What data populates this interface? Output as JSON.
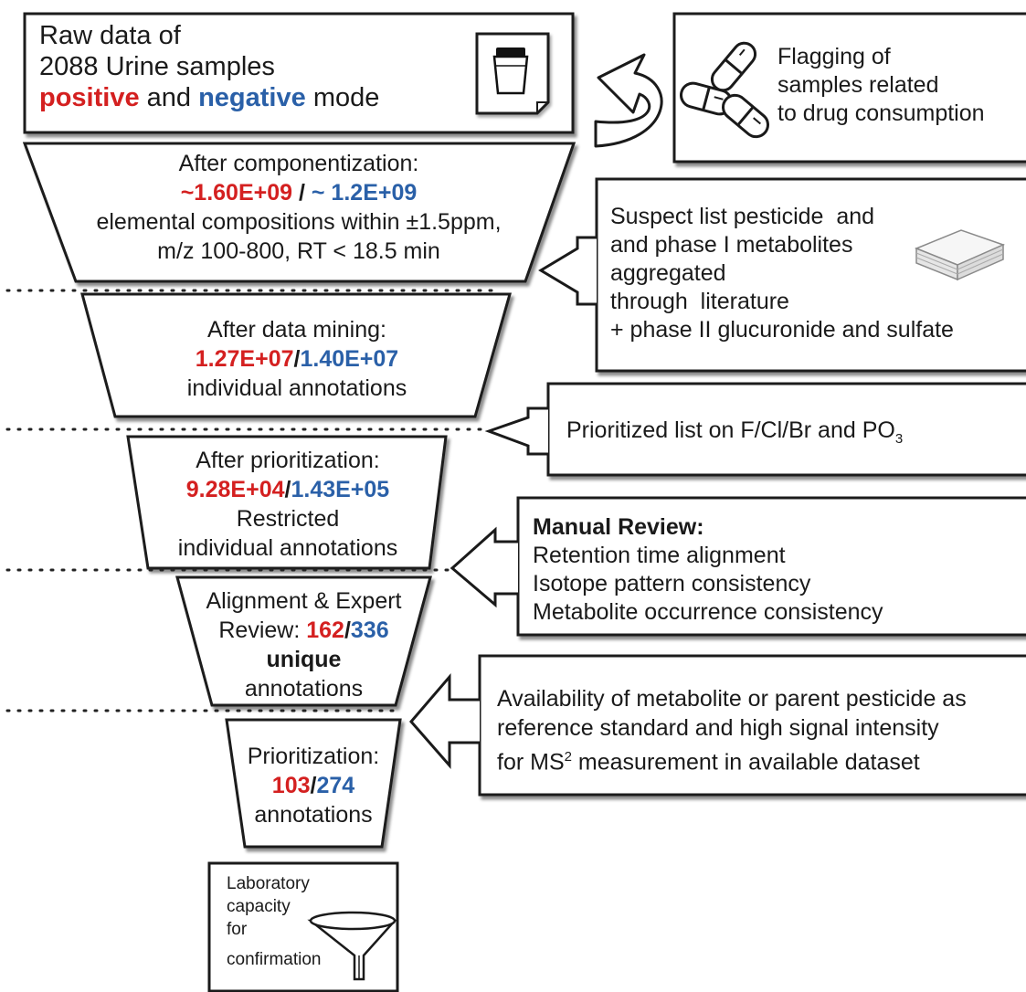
{
  "raw_box": {
    "line1": "Raw data of",
    "line2": "2088 Urine samples",
    "positive": "positive",
    "and": " and ",
    "negative": "negative",
    "mode": " mode"
  },
  "flagging_box": {
    "line1": "Flagging of",
    "line2": "samples related",
    "line3": "to drug consumption"
  },
  "stage1": {
    "title": "After componentization:",
    "pos": "~1.60E+09",
    "sep": " / ",
    "neg": "~ 1.2E+09",
    "line3": "elemental compositions within ±1.5ppm,",
    "line4": "m/z 100-800, RT < 18.5 min"
  },
  "suspect_box": {
    "line1": "Suspect list pesticide  and",
    "line2": "and phase I metabolites",
    "line3": "aggregated",
    "line4": "through  literature",
    "line5": "+ phase II glucuronide and sulfate"
  },
  "stage2": {
    "title": "After data mining:",
    "pos": "1.27E+07",
    "sep": "/",
    "neg": "1.40E+07",
    "line3": "individual annotations"
  },
  "prioritized_box": {
    "text": "Prioritized list on F/Cl/Br and PO",
    "subscript": "3"
  },
  "stage3": {
    "title": "After prioritization:",
    "pos": "9.28E+04",
    "sep": "/",
    "neg": "1.43E+05",
    "line3": "Restricted",
    "line4": "individual annotations"
  },
  "manual_box": {
    "title": "Manual Review:",
    "item1": "Retention time alignment",
    "item2": "Isotope pattern consistency",
    "item3": "Metabolite occurrence consistency"
  },
  "stage4": {
    "line1": "Alignment & Expert",
    "review": "Review: ",
    "pos": "162",
    "sep": "/",
    "neg": "336",
    "line3": "unique",
    "line4": "annotations"
  },
  "availability_box": {
    "line1": "Availability of metabolite or parent pesticide as",
    "line2": "reference standard and high signal intensity",
    "line3a": "for MS",
    "line3sup": "2",
    "line3b": " measurement in available dataset"
  },
  "stage5": {
    "title": "Prioritization:",
    "pos": "103",
    "sep": "/",
    "neg": "274",
    "line3": "annotations"
  },
  "lab_box": {
    "line1": "Laboratory",
    "line2": "capacity",
    "line3": "for",
    "line4": "confirmation"
  },
  "colors": {
    "positive": "#d42020",
    "negative": "#2a60a8",
    "stroke": "#1a1a1a"
  },
  "icons": [
    "urine-sample-cup-icon",
    "pills-icon",
    "cycle-arrow-icon",
    "paper-stack-icon",
    "funnel-icon"
  ]
}
